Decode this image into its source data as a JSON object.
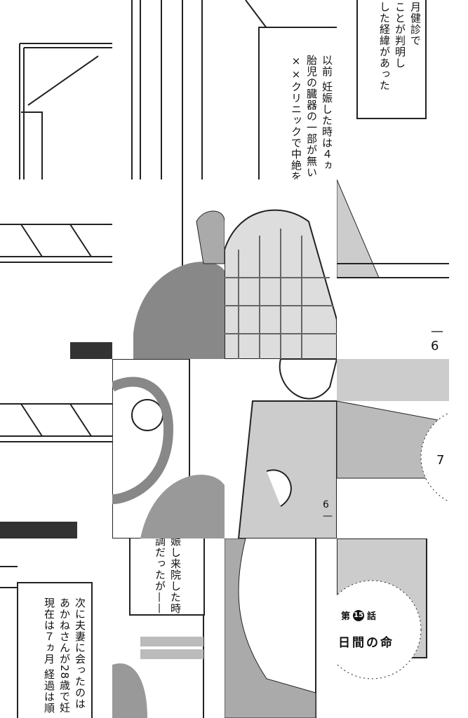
{
  "captions": {
    "past_pregnancy": [
      "以前 妊娠した時は４ヵ",
      "胎児の臓器の一部が無い",
      "××クリニックで中絶を"
    ],
    "checkup": [
      "月健診で",
      "ことが判明し",
      "した経緯があった"
    ],
    "next_meeting": [
      "次に夫妻に会ったのは",
      "あかねさんが28歳で妊",
      "現在は７ヵ月 経過は順"
    ],
    "visit": [
      "娠し来院した時",
      "調だったが——"
    ]
  },
  "page_numbers": {
    "a": "—6",
    "b": "7",
    "c": "6—"
  },
  "chapter": {
    "prefix": "第",
    "number": "15",
    "suffix": "話",
    "title": "日間の命"
  }
}
